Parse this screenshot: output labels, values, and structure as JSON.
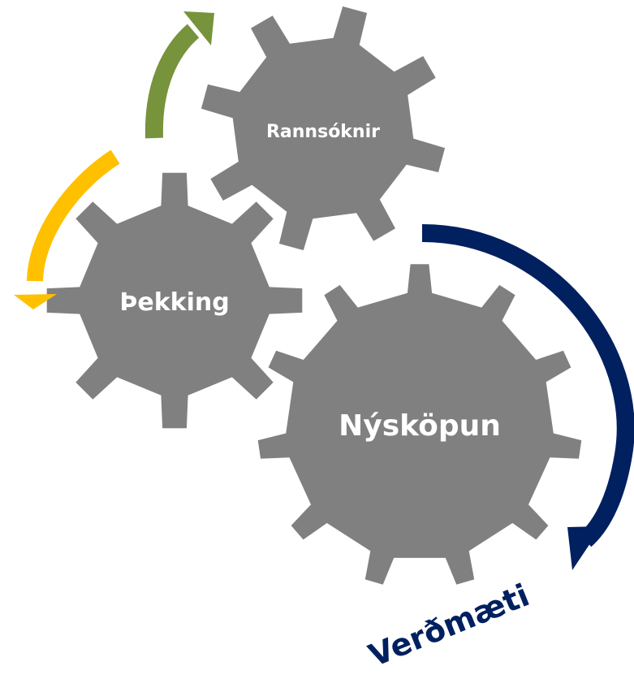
{
  "diagram": {
    "gears": [
      {
        "id": "research",
        "label": "Rannsóknir"
      },
      {
        "id": "knowledge",
        "label": "Þekking"
      },
      {
        "id": "innovation",
        "label": "Nýsköpun"
      }
    ],
    "output_label": "Verðmæti",
    "colors": {
      "gear": "#808080",
      "gear_text": "#ffffff",
      "arrow_green": "#77933C",
      "arrow_yellow": "#FFC000",
      "arrow_navy": "#002060",
      "output_text": "#002060"
    }
  }
}
